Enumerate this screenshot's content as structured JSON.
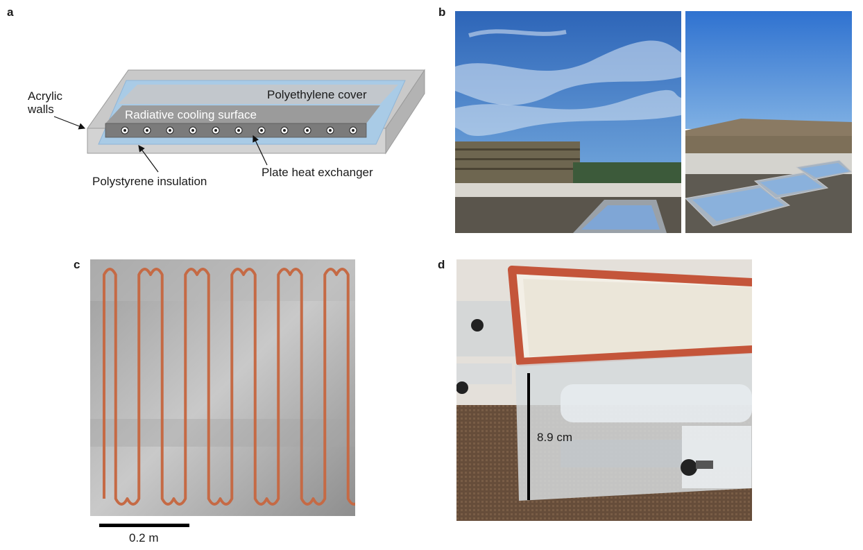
{
  "panels": {
    "a": {
      "letter": "a",
      "labels": {
        "acrylic_walls_line1": "Acrylic",
        "acrylic_walls_line2": "walls",
        "polyethylene_cover": "Polyethylene cover",
        "radiative_cooling_surface": "Radiative cooling surface",
        "polystyrene_insulation": "Polystyrene insulation",
        "plate_heat_exchanger": "Plate heat exchanger"
      }
    },
    "b": {
      "letter": "b"
    },
    "c": {
      "letter": "c",
      "scale_bar_label": "0.2 m"
    },
    "d": {
      "letter": "d",
      "height_label": "8.9 cm"
    }
  },
  "colors": {
    "acrylic": "#c8c8c8",
    "cover": "#a9cbe6",
    "cooling_surface": "#8a8a8a",
    "copper": "#c56a45",
    "silicone_gasket": "#c4553a",
    "sky": "#2f6fc4"
  }
}
